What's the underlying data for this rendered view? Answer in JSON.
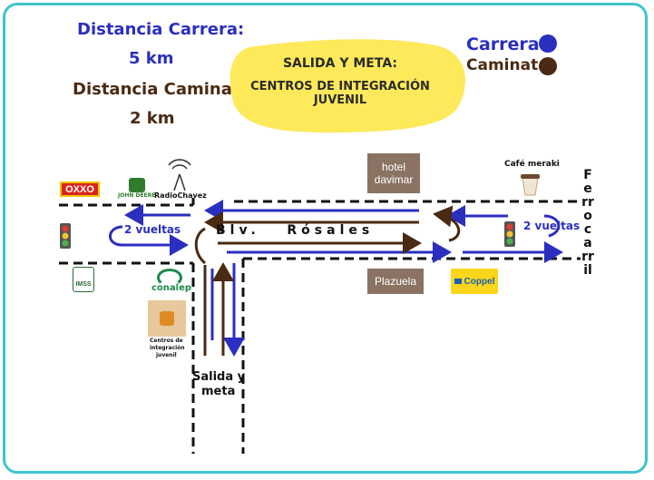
{
  "legend": {
    "race_distance_label": "Distancia Carrera:",
    "race_distance_value": "5 km",
    "walk_distance_label": "Distancia Caminata:",
    "walk_distance_value": "2 km",
    "race_key": "Carrera:",
    "walk_key": "Caminata:",
    "race_color": "#2a2fc0",
    "walk_color": "#4a2a12"
  },
  "banner": {
    "line1": "SALIDA Y META:",
    "line2": "CENTROS DE INTEGRACIÓN JUVENIL"
  },
  "map": {
    "street_name": "Blv.   Rósales",
    "cross_street": "Ferrocarril",
    "start_finish": [
      "Salida y",
      "meta"
    ],
    "laps_left": "2 vueltas",
    "laps_right": "2 vueltas"
  },
  "landmarks": {
    "oxxo": "OXXO",
    "john_deere": "JOHN DEERE",
    "radio": "RadioChavez",
    "hotel": [
      "hotel",
      "davimar"
    ],
    "cafe": "Café meraki",
    "imss": "IMSS",
    "conalep": "conalep",
    "cij_caption": [
      "Centros de",
      "integración",
      "juvenil"
    ],
    "plazuela": "Plazuela",
    "coppel": "Coppel"
  }
}
